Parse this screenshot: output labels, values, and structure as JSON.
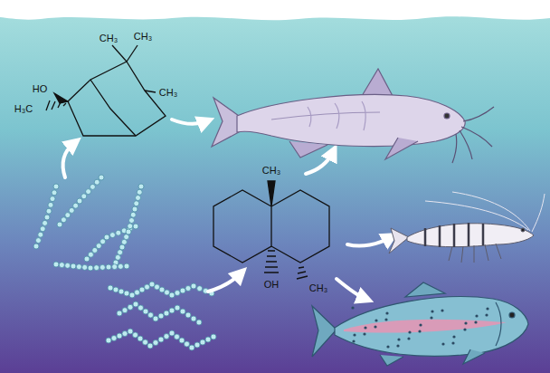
{
  "diagram": {
    "labels": [
      "CH₃",
      "CH₃",
      "CH₃",
      "HO",
      "H₃C",
      "CH₃",
      "OH",
      "CH₃"
    ]
  }
}
